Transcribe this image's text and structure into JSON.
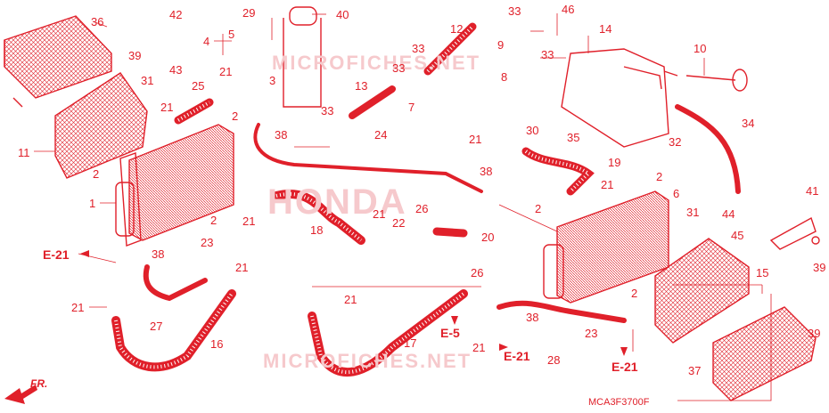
{
  "diagram": {
    "code": "MCA3F3700F",
    "watermarks": {
      "brand": "HONDA",
      "site_top": "MICROFICHES.NET",
      "site_bottom": "MICROFICHES.NET"
    },
    "references": {
      "e21_left": "E-21",
      "e5": "E-5",
      "e21_mid": "E-21",
      "e21_right": "E-21"
    },
    "front_arrow": "FR.",
    "part_labels": {
      "p1": "1",
      "p2a": "2",
      "p2b": "2",
      "p2c": "2",
      "p2d": "2",
      "p2e": "2",
      "p2f": "2",
      "p3": "3",
      "p4": "4",
      "p5": "5",
      "p6": "6",
      "p7": "7",
      "p8": "8",
      "p9": "9",
      "p10": "10",
      "p11": "11",
      "p12": "12",
      "p13": "13",
      "p14": "14",
      "p15": "15",
      "p16": "16",
      "p17": "17",
      "p18": "18",
      "p19": "19",
      "p20": "20",
      "p21a": "21",
      "p21b": "21",
      "p21c": "21",
      "p21d": "21",
      "p21e": "21",
      "p21f": "21",
      "p21g": "21",
      "p21h": "21",
      "p21i": "21",
      "p21j": "21",
      "p22": "22",
      "p23a": "23",
      "p23b": "23",
      "p24": "24",
      "p25": "25",
      "p26a": "26",
      "p26b": "26",
      "p27": "27",
      "p28": "28",
      "p29": "29",
      "p30": "30",
      "p31a": "31",
      "p31b": "31",
      "p33a": "33",
      "p33b": "33",
      "p33c": "33",
      "p33d": "33",
      "p33e": "33",
      "p34": "34",
      "p35": "35",
      "p36": "36",
      "p37": "37",
      "p38a": "38",
      "p38b": "38",
      "p38c": "38",
      "p38d": "38",
      "p39a": "39",
      "p39b": "39",
      "p39c": "39",
      "p40": "40",
      "p41": "41",
      "p42": "42",
      "p43": "43",
      "p44": "44",
      "p45": "45",
      "p46": "46",
      "p32": "32"
    }
  }
}
